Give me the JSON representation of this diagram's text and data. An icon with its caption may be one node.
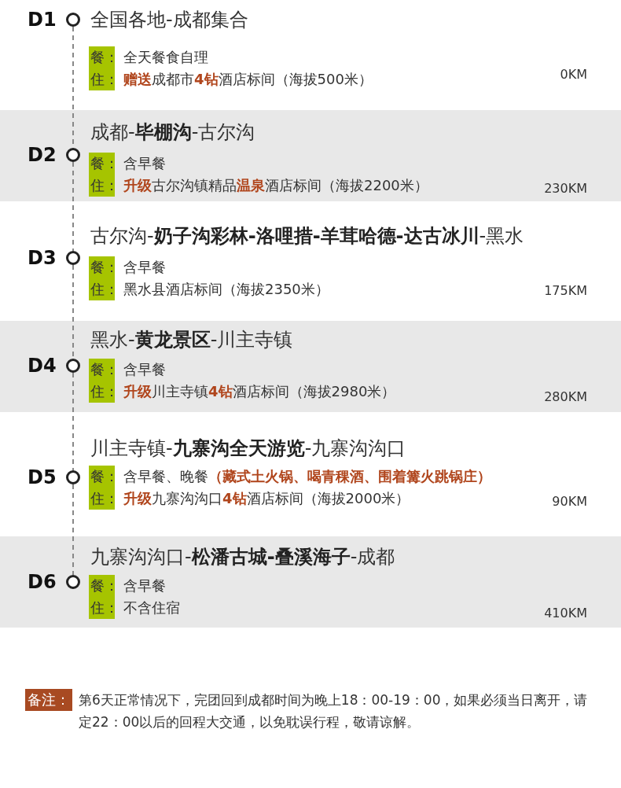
{
  "diagram": {
    "nodes": [
      {
        "text": [
          "D1",
          "全国各地-成都集合",
          "餐：",
          "全天餐食自理",
          "住：",
          "**赠送**成都市**4钻**酒店标间（海拔500米）",
          "0KM"
        ]
      },
      {
        "text": [],
        "shape": "circle",
        "in": 0
      },
      {
        "text": [
          "D2",
          "成都-**毕棚沟**-古尔沟",
          "餐：",
          "含早餐",
          "住：",
          "**升级**古尔沟镇精品**温泉**酒店标间（海拔2200米）",
          "230KM"
        ]
      },
      {
        "text": [],
        "shape": "circle",
        "in": 2
      },
      {
        "text": [
          "D3",
          "古尔沟-**奶子沟彩林-洛哩措-羊茸哈德-达古冰川**-黑水",
          "餐：",
          "含早餐",
          "住：",
          "黑水县酒店标间（海拔2350米）",
          "175KM"
        ]
      },
      {
        "text": [],
        "shape": "circle",
        "in": 4
      },
      {
        "text": [
          "D4",
          "黑水-**黄龙景区**-川主寺镇",
          "餐：",
          "含早餐",
          "住：",
          "**升级**川主寺镇**4钻**酒店标间（海拔2980米）",
          "280KM"
        ]
      },
      {
        "text": [],
        "shape": "circle",
        "in": 6
      },
      {
        "text": [
          "D5",
          "川主寺镇-**九寨沟全天游览**-九寨沟沟口",
          "餐：",
          "含早餐、晚餐**（藏式土火锅、喝青稞酒、围着篝火跳锅庄）**",
          "住：",
          "**升级**九寨沟沟口**4钻**酒店标间（海拔2000米）",
          "90KM"
        ]
      },
      {
        "text": [],
        "shape": "circle",
        "in": 8
      },
      {
        "text": [
          "D6",
          "九寨沟沟口-**松潘古城-叠溪海子**-成都",
          "餐：",
          "含早餐",
          "住：",
          "不含住宿",
          "410KM"
        ]
      },
      {
        "text": [],
        "shape": "circle",
        "in": 10
      },
      {
        "text": [
          "备注："
        ],
        "beside": [
          "第6天正常情况下，完团回到成都时间为晚上18：00-19：00，如果必须当日离开，请定22：00以后的回程大交通，以免耽误行程，敬请谅解。"
        ]
      }
    ],
    "edges": [
      {
        "from": 1,
        "to": 3,
        "arrow": "none",
        "style": "dashed"
      },
      {
        "from": 3,
        "to": 5,
        "arrow": "none",
        "style": "dashed"
      },
      {
        "from": 5,
        "to": 7,
        "arrow": "none",
        "style": "dashed"
      },
      {
        "from": 7,
        "to": 9,
        "arrow": "none",
        "style": "dashed"
      },
      {
        "from": 9,
        "to": 11,
        "arrow": "none",
        "style": "dashed"
      }
    ]
  }
}
